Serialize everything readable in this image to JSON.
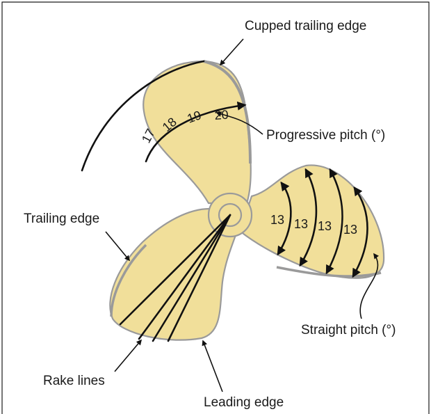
{
  "colors": {
    "blade_fill": "#f1df9a",
    "blade_outline": "#9a9a9a",
    "ink": "#111111",
    "frame": "#1a1a1a"
  },
  "labels": {
    "cupped_trailing_edge": "Cupped trailing edge",
    "progressive_pitch": "Progressive pitch (°)",
    "trailing_edge": "Trailing edge",
    "straight_pitch": "Straight pitch (°)",
    "rake_lines": "Rake lines",
    "leading_edge": "Leading edge"
  },
  "progressive_pitch_values": [
    "17",
    "18",
    "19",
    "20"
  ],
  "straight_pitch_values": [
    "13",
    "13",
    "13",
    "13"
  ]
}
